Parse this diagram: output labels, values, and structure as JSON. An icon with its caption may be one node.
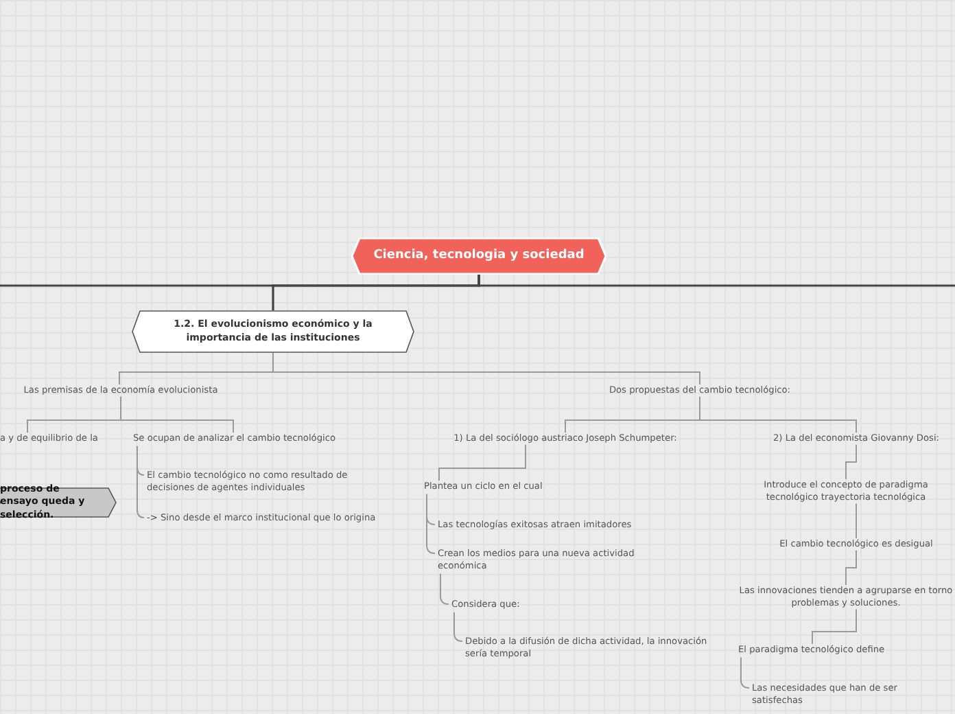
{
  "diagram": {
    "nodes": [
      {
        "text": [
          "Ciencia, tecnologia y sociedad"
        ]
      },
      {
        "text": [
          "1.2.  El evolucionismo económico y la importancia de las instituciones"
        ]
      },
      {
        "text": [
          "Las premisas de la economía evolucionista"
        ]
      },
      {
        "text": [
          "a y de equilibrio de la"
        ]
      },
      {
        "text": [
          "Se ocupan de analizar el cambio tecnológico"
        ]
      },
      {
        "text": [
          "El cambio tecnológico no como resultado de decisiones de agentes individuales"
        ]
      },
      {
        "text": [
          "-> Sino desde el marco institucional que lo origina"
        ]
      },
      {
        "text": [
          "proceso de ensayo queda y selección."
        ]
      },
      {
        "text": [
          "Dos propuestas del cambio tecnológico:"
        ]
      },
      {
        "text": [
          "1) La del sociólogo austriaco Joseph Schumpeter:"
        ]
      },
      {
        "text": [
          "2) La del economista Giovanny Dosi:"
        ]
      },
      {
        "text": [
          "Plantea un ciclo en el cual"
        ]
      },
      {
        "text": [
          "Las tecnologías exitosas atraen imitadores"
        ]
      },
      {
        "text": [
          "Crean los medios para una nueva actividad económica"
        ]
      },
      {
        "text": [
          "Considera que:"
        ]
      },
      {
        "text": [
          "Debido a la difusión de dicha actividad, la innovación sería temporal"
        ]
      },
      {
        "text": [
          "Introduce el concepto de paradigma tecnológico trayectoria tecnológica"
        ]
      },
      {
        "text": [
          "El cambio tecnológico es desigual"
        ]
      },
      {
        "text": [
          "Las innovaciones tienden a agruparse en torno problemas y soluciones."
        ]
      },
      {
        "text": [
          "El paradigma tecnológico define"
        ]
      },
      {
        "text": [
          "Las necesidades que han de ser satisfechas"
        ]
      }
    ],
    "edges": [
      {
        "from": 0,
        "to": 1,
        "arrow": "none",
        "color": "#444444"
      },
      {
        "from": 0,
        "to": null,
        "arrow": "none",
        "color": "#444444"
      },
      {
        "from": 0,
        "to": null,
        "arrow": "none",
        "color": "#444444"
      },
      {
        "from": 1,
        "to": 2,
        "arrow": "none"
      },
      {
        "from": 1,
        "to": 8,
        "arrow": "none"
      },
      {
        "from": 2,
        "to": 3,
        "arrow": "none"
      },
      {
        "from": 2,
        "to": 4,
        "arrow": "none"
      },
      {
        "from": 4,
        "to": 5,
        "arrow": "none"
      },
      {
        "from": 4,
        "to": 6,
        "arrow": "none"
      },
      {
        "from": 8,
        "to": 9,
        "arrow": "none"
      },
      {
        "from": 8,
        "to": 10,
        "arrow": "none"
      },
      {
        "from": 9,
        "to": 11,
        "arrow": "none"
      },
      {
        "from": 11,
        "to": 12,
        "arrow": "none"
      },
      {
        "from": 11,
        "to": 13,
        "arrow": "none"
      },
      {
        "from": 13,
        "to": 14,
        "arrow": "none"
      },
      {
        "from": 14,
        "to": 15,
        "arrow": "none"
      },
      {
        "from": 10,
        "to": 16,
        "arrow": "none"
      },
      {
        "from": 16,
        "to": 17,
        "arrow": "none"
      },
      {
        "from": 17,
        "to": 18,
        "arrow": "none"
      },
      {
        "from": 18,
        "to": 19,
        "arrow": "none"
      },
      {
        "from": 19,
        "to": 20,
        "arrow": "none"
      }
    ]
  }
}
